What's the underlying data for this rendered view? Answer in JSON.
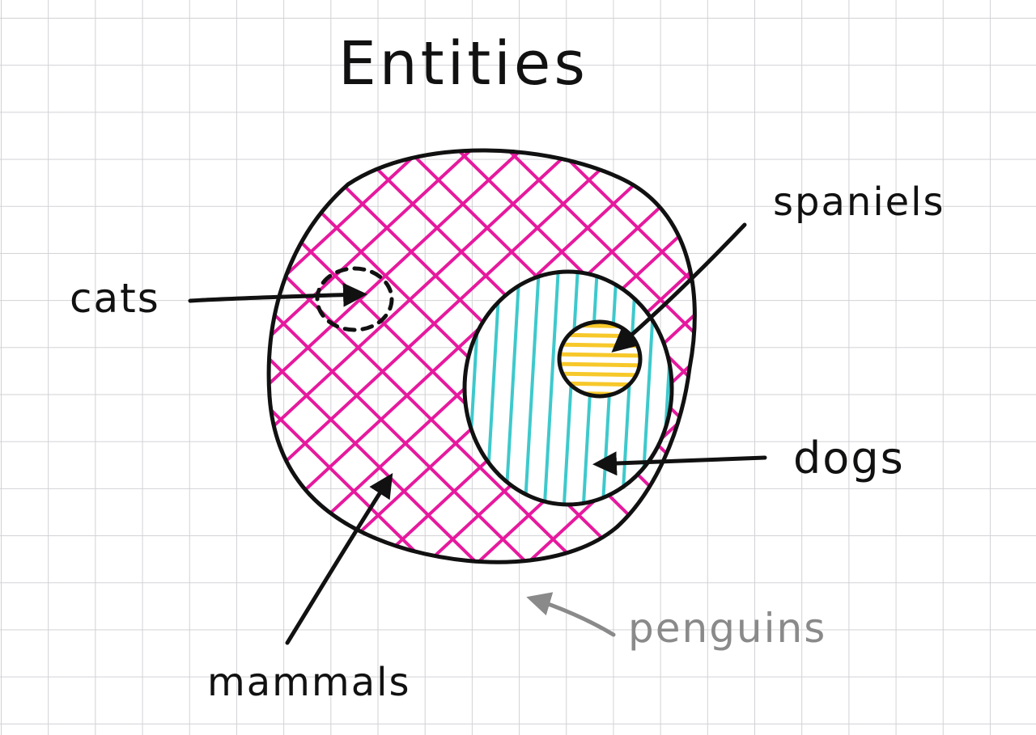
{
  "title": "Entities",
  "labels": {
    "cats": "cats",
    "spaniels": "spaniels",
    "dogs": "dogs",
    "mammals": "mammals",
    "penguins": "penguins"
  },
  "colors": {
    "ink": "#111111",
    "mammals_hatch": "#e6199e",
    "dogs_hatch": "#3ec9cc",
    "spaniels_hatch": "#f7c82a",
    "penguins_ink": "#8a8a8a",
    "grid": "#d2d2d6"
  },
  "regions": [
    {
      "name": "mammals",
      "hatch": "crosshatch"
    },
    {
      "name": "dogs",
      "hatch": "vertical"
    },
    {
      "name": "spaniels",
      "hatch": "horizontal"
    },
    {
      "name": "cats",
      "hatch": "none",
      "outline": "dashed"
    }
  ]
}
